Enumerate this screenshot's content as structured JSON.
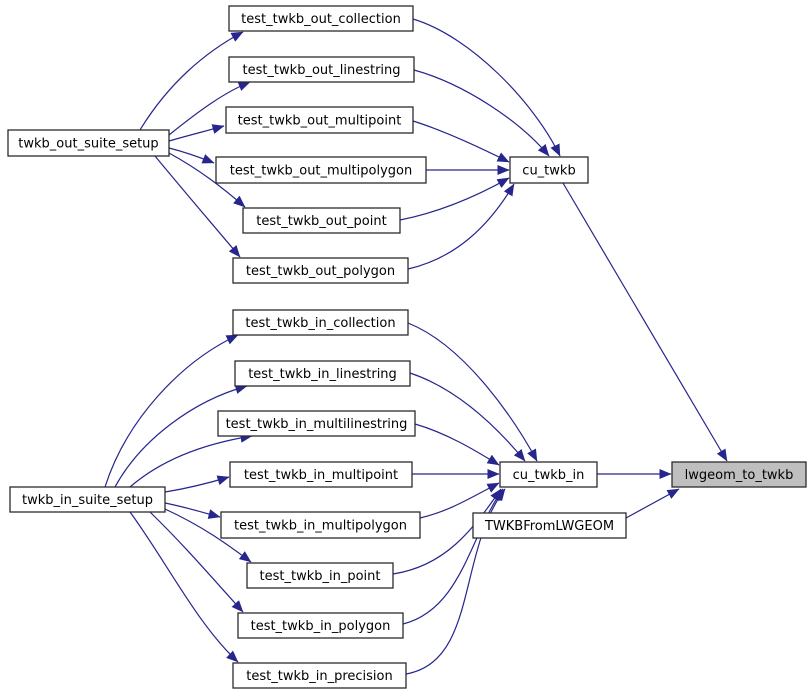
{
  "diagram": {
    "kind": "function-call-graph",
    "nodes": {
      "twkb_out_suite_setup": {
        "label": "twkb_out_suite_setup"
      },
      "test_twkb_out_collection": {
        "label": "test_twkb_out_collection"
      },
      "test_twkb_out_linestring": {
        "label": "test_twkb_out_linestring"
      },
      "test_twkb_out_multipoint": {
        "label": "test_twkb_out_multipoint"
      },
      "test_twkb_out_multipolygon": {
        "label": "test_twkb_out_multipolygon"
      },
      "test_twkb_out_point": {
        "label": "test_twkb_out_point"
      },
      "test_twkb_out_polygon": {
        "label": "test_twkb_out_polygon"
      },
      "cu_twkb": {
        "label": "cu_twkb"
      },
      "twkb_in_suite_setup": {
        "label": "twkb_in_suite_setup"
      },
      "test_twkb_in_collection": {
        "label": "test_twkb_in_collection"
      },
      "test_twkb_in_linestring": {
        "label": "test_twkb_in_linestring"
      },
      "test_twkb_in_multilinestring": {
        "label": "test_twkb_in_multilinestring"
      },
      "test_twkb_in_multipoint": {
        "label": "test_twkb_in_multipoint"
      },
      "test_twkb_in_multipolygon": {
        "label": "test_twkb_in_multipolygon"
      },
      "test_twkb_in_point": {
        "label": "test_twkb_in_point"
      },
      "test_twkb_in_polygon": {
        "label": "test_twkb_in_polygon"
      },
      "test_twkb_in_precision": {
        "label": "test_twkb_in_precision"
      },
      "cu_twkb_in": {
        "label": "cu_twkb_in"
      },
      "TWKBFromLWGEOM": {
        "label": "TWKBFromLWGEOM"
      },
      "lwgeom_to_twkb": {
        "label": "lwgeom_to_twkb",
        "highlighted": true
      }
    },
    "edges": [
      {
        "from": "twkb_out_suite_setup",
        "to": "test_twkb_out_collection"
      },
      {
        "from": "twkb_out_suite_setup",
        "to": "test_twkb_out_linestring"
      },
      {
        "from": "twkb_out_suite_setup",
        "to": "test_twkb_out_multipoint"
      },
      {
        "from": "twkb_out_suite_setup",
        "to": "test_twkb_out_multipolygon"
      },
      {
        "from": "twkb_out_suite_setup",
        "to": "test_twkb_out_point"
      },
      {
        "from": "twkb_out_suite_setup",
        "to": "test_twkb_out_polygon"
      },
      {
        "from": "test_twkb_out_collection",
        "to": "cu_twkb"
      },
      {
        "from": "test_twkb_out_linestring",
        "to": "cu_twkb"
      },
      {
        "from": "test_twkb_out_multipoint",
        "to": "cu_twkb"
      },
      {
        "from": "test_twkb_out_multipolygon",
        "to": "cu_twkb"
      },
      {
        "from": "test_twkb_out_point",
        "to": "cu_twkb"
      },
      {
        "from": "test_twkb_out_polygon",
        "to": "cu_twkb"
      },
      {
        "from": "cu_twkb",
        "to": "lwgeom_to_twkb"
      },
      {
        "from": "twkb_in_suite_setup",
        "to": "test_twkb_in_collection"
      },
      {
        "from": "twkb_in_suite_setup",
        "to": "test_twkb_in_linestring"
      },
      {
        "from": "twkb_in_suite_setup",
        "to": "test_twkb_in_multilinestring"
      },
      {
        "from": "twkb_in_suite_setup",
        "to": "test_twkb_in_multipoint"
      },
      {
        "from": "twkb_in_suite_setup",
        "to": "test_twkb_in_multipolygon"
      },
      {
        "from": "twkb_in_suite_setup",
        "to": "test_twkb_in_point"
      },
      {
        "from": "twkb_in_suite_setup",
        "to": "test_twkb_in_polygon"
      },
      {
        "from": "twkb_in_suite_setup",
        "to": "test_twkb_in_precision"
      },
      {
        "from": "test_twkb_in_collection",
        "to": "cu_twkb_in"
      },
      {
        "from": "test_twkb_in_linestring",
        "to": "cu_twkb_in"
      },
      {
        "from": "test_twkb_in_multilinestring",
        "to": "cu_twkb_in"
      },
      {
        "from": "test_twkb_in_multipoint",
        "to": "cu_twkb_in"
      },
      {
        "from": "test_twkb_in_multipolygon",
        "to": "cu_twkb_in"
      },
      {
        "from": "test_twkb_in_point",
        "to": "cu_twkb_in"
      },
      {
        "from": "test_twkb_in_polygon",
        "to": "cu_twkb_in"
      },
      {
        "from": "test_twkb_in_precision",
        "to": "cu_twkb_in"
      },
      {
        "from": "cu_twkb_in",
        "to": "lwgeom_to_twkb"
      },
      {
        "from": "TWKBFromLWGEOM",
        "to": "lwgeom_to_twkb"
      }
    ]
  },
  "colors": {
    "edge": "#26268c",
    "node_fill": "#ffffff",
    "node_border": "#2b2b2b",
    "highlighted_node_fill": "#bfbfbf",
    "text": "#000000",
    "background": "#ffffff"
  }
}
